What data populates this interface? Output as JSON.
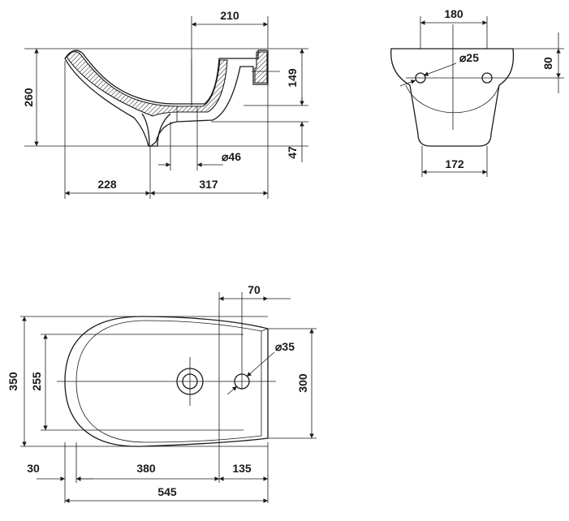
{
  "side_view": {
    "dims": {
      "top_width": "210",
      "height": "260",
      "inner_height": "149",
      "bottom_offset": "47",
      "drain_diameter": "⌀46",
      "rear_length": "228",
      "front_length": "317"
    }
  },
  "rear_view": {
    "dims": {
      "top_width": "180",
      "hole_diameter": "⌀25",
      "hole_height": "80",
      "bottom_width": "172"
    }
  },
  "top_view": {
    "dims": {
      "tap_offset": "70",
      "tap_hole": "⌀35",
      "total_width": "350",
      "bowl_width": "255",
      "depth_right": "300",
      "margin_left": "30",
      "bowl_length": "380",
      "rear_section": "135",
      "total_length": "545"
    }
  }
}
